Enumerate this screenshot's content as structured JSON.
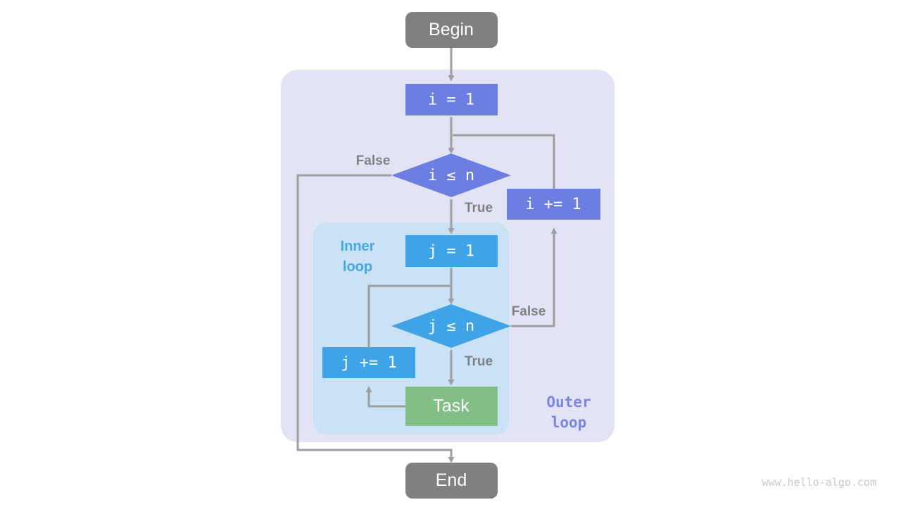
{
  "diagram": {
    "title_nodes": {
      "begin": "Begin",
      "end": "End"
    },
    "outer_group_label_line1": "Outer",
    "outer_group_label_line2": "loop",
    "inner_group_label_line1": "Inner",
    "inner_group_label_line2": "loop",
    "nodes": {
      "init_i": "i = 1",
      "cond_i": "i ≤ n",
      "incr_i": "i += 1",
      "init_j": "j = 1",
      "cond_j": "j ≤ n",
      "incr_j": "j += 1",
      "task": "Task"
    },
    "edge_labels": {
      "outer_false": "False",
      "outer_true": "True",
      "inner_false": "False",
      "inner_true": "True"
    },
    "watermark": "www.hello-algo.com",
    "colors": {
      "terminal": "#808080",
      "outer_node": "#6C7EE1",
      "inner_node": "#3FA3E8",
      "task_node": "#82BE85",
      "outer_group_bg": "#E2E4F6",
      "inner_group_bg": "#CAE2F5",
      "edge": "#9E9E9E",
      "edge_label": "#808080",
      "inner_label": "#45A7E8",
      "outer_label": "#7B86E0",
      "node_text": "#FFFFFF",
      "watermark": "#C9C9C9",
      "background": "#FFFFFF"
    }
  }
}
